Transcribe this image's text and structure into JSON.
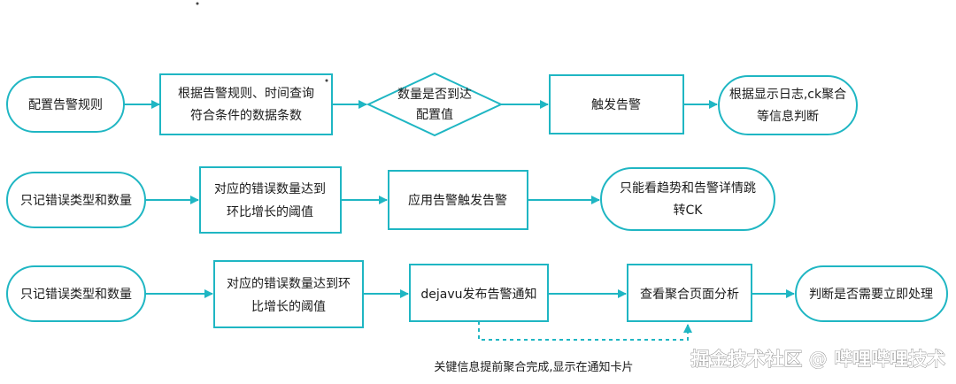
{
  "row1": {
    "start": "配置告警规则",
    "query": [
      "根据告警规则、时间查询",
      "符合条件的数据条数"
    ],
    "decision": [
      "数量是否到达",
      "配置值"
    ],
    "trigger": "触发告警",
    "end": [
      "根据显示日志,ck聚合",
      "等信息判断"
    ]
  },
  "row2": {
    "start": "只记错误类型和数量",
    "threshold": [
      "对应的错误数量达到",
      "环比增长的阈值"
    ],
    "trigger": "应用告警触发告警",
    "end": [
      "只能看趋势和告警详情跳",
      "转CK"
    ]
  },
  "row3": {
    "start": "只记错误类型和数量",
    "threshold": [
      "对应的错误数量达到环",
      "比增长的阈值"
    ],
    "notify": "dejavu发布告警通知",
    "analyze": "查看聚合页面分析",
    "end": "判断是否需要立即处理",
    "dashed_note": "关键信息提前聚合完成,显示在通知卡片"
  },
  "watermark": "掘金技术社区 @ 哔哩哔哩技术",
  "colors": {
    "stroke": "#1fb6c3",
    "text": "#1a1a1a"
  }
}
